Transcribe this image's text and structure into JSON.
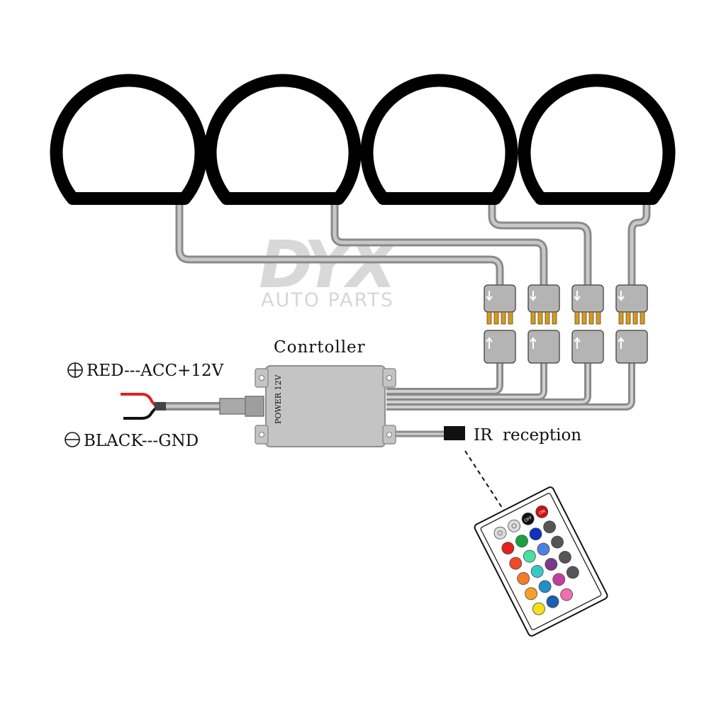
{
  "watermark": {
    "logo": "DYX",
    "subtitle": "AUTO PARTS"
  },
  "labels": {
    "controller": "Conrtoller",
    "power_marking": "POWER 12V",
    "positive_wire": "RED---ACC+12V",
    "negative_wire": "BLACK---GND",
    "ir": "IR  reception"
  },
  "remote": {
    "top_buttons": [
      "OFF",
      "ON"
    ],
    "brightness_icons": [
      "sun-down-icon",
      "sun-up-icon"
    ],
    "mode_buttons": [
      "",
      "",
      "",
      ""
    ]
  },
  "colors": {
    "ring": "#000000",
    "cable": "#8a8a8a",
    "cable_core": "#bdbdbd",
    "controller_body": "#c4c4c4",
    "red_wire": "#e02020",
    "black_wire": "#111111",
    "gold_pin": "#d19a2a",
    "watermark": "#cfcfcf"
  },
  "rings": [
    {
      "id": 1
    },
    {
      "id": 2
    },
    {
      "id": 3
    },
    {
      "id": 4
    }
  ]
}
